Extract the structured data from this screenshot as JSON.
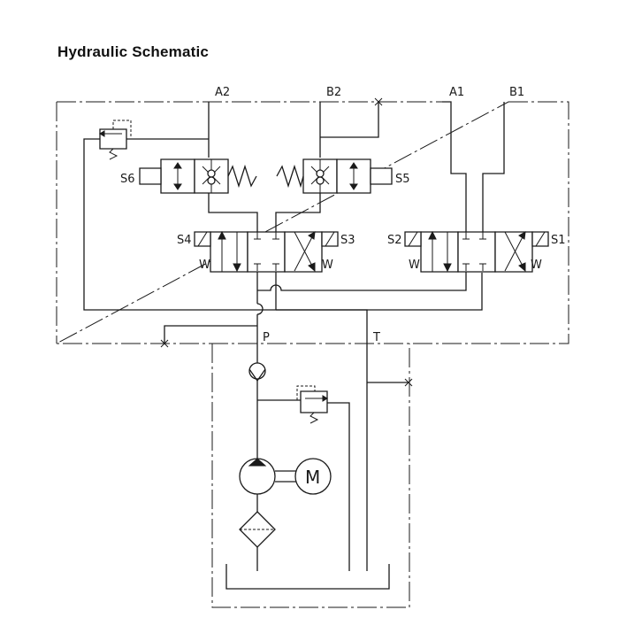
{
  "title": "Hydraulic Schematic",
  "ports": {
    "a2": "A2",
    "b2": "B2",
    "a1": "A1",
    "b1": "B1",
    "p": "P",
    "t": "T"
  },
  "solenoids": {
    "s1": "S1",
    "s2": "S2",
    "s3": "S3",
    "s4": "S4",
    "s5": "S5",
    "s6": "S6"
  },
  "spring_mark": "W",
  "motor_label": "M",
  "colors": {
    "line": "#1a1a1a",
    "background": "#ffffff"
  }
}
